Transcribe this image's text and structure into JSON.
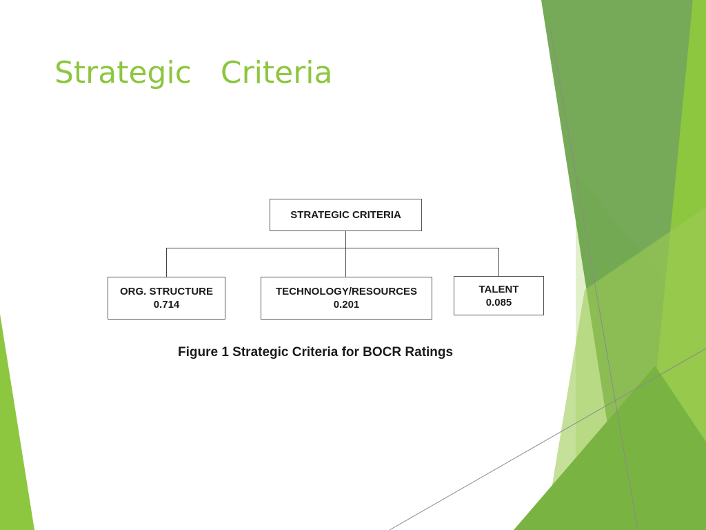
{
  "slide": {
    "title": "Strategic   Criteria"
  },
  "diagram": {
    "root": {
      "label": "STRATEGIC CRITERIA"
    },
    "children": [
      {
        "label": "ORG. STRUCTURE",
        "weight": "0.714"
      },
      {
        "label": "TECHNOLOGY/RESOURCES",
        "weight": "0.201"
      },
      {
        "label": "TALENT",
        "weight": "0.085"
      }
    ],
    "caption": "Figure 1 Strategic Criteria for BOCR Ratings"
  },
  "colors": {
    "title": "#8dc63f",
    "accent_dark": "#6aa34a",
    "accent_light": "#8dc63f",
    "accent_pale": "#c9e4a0"
  }
}
